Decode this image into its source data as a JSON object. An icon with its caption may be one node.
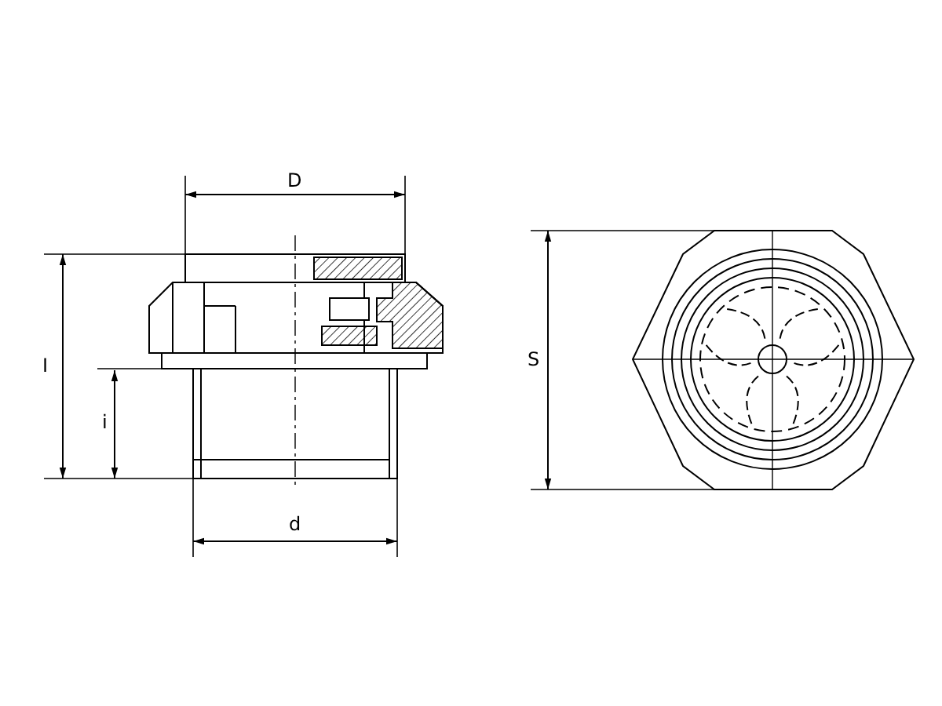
{
  "diagram": {
    "labels": [
      "D",
      "I",
      "i",
      "d",
      "S"
    ]
  }
}
